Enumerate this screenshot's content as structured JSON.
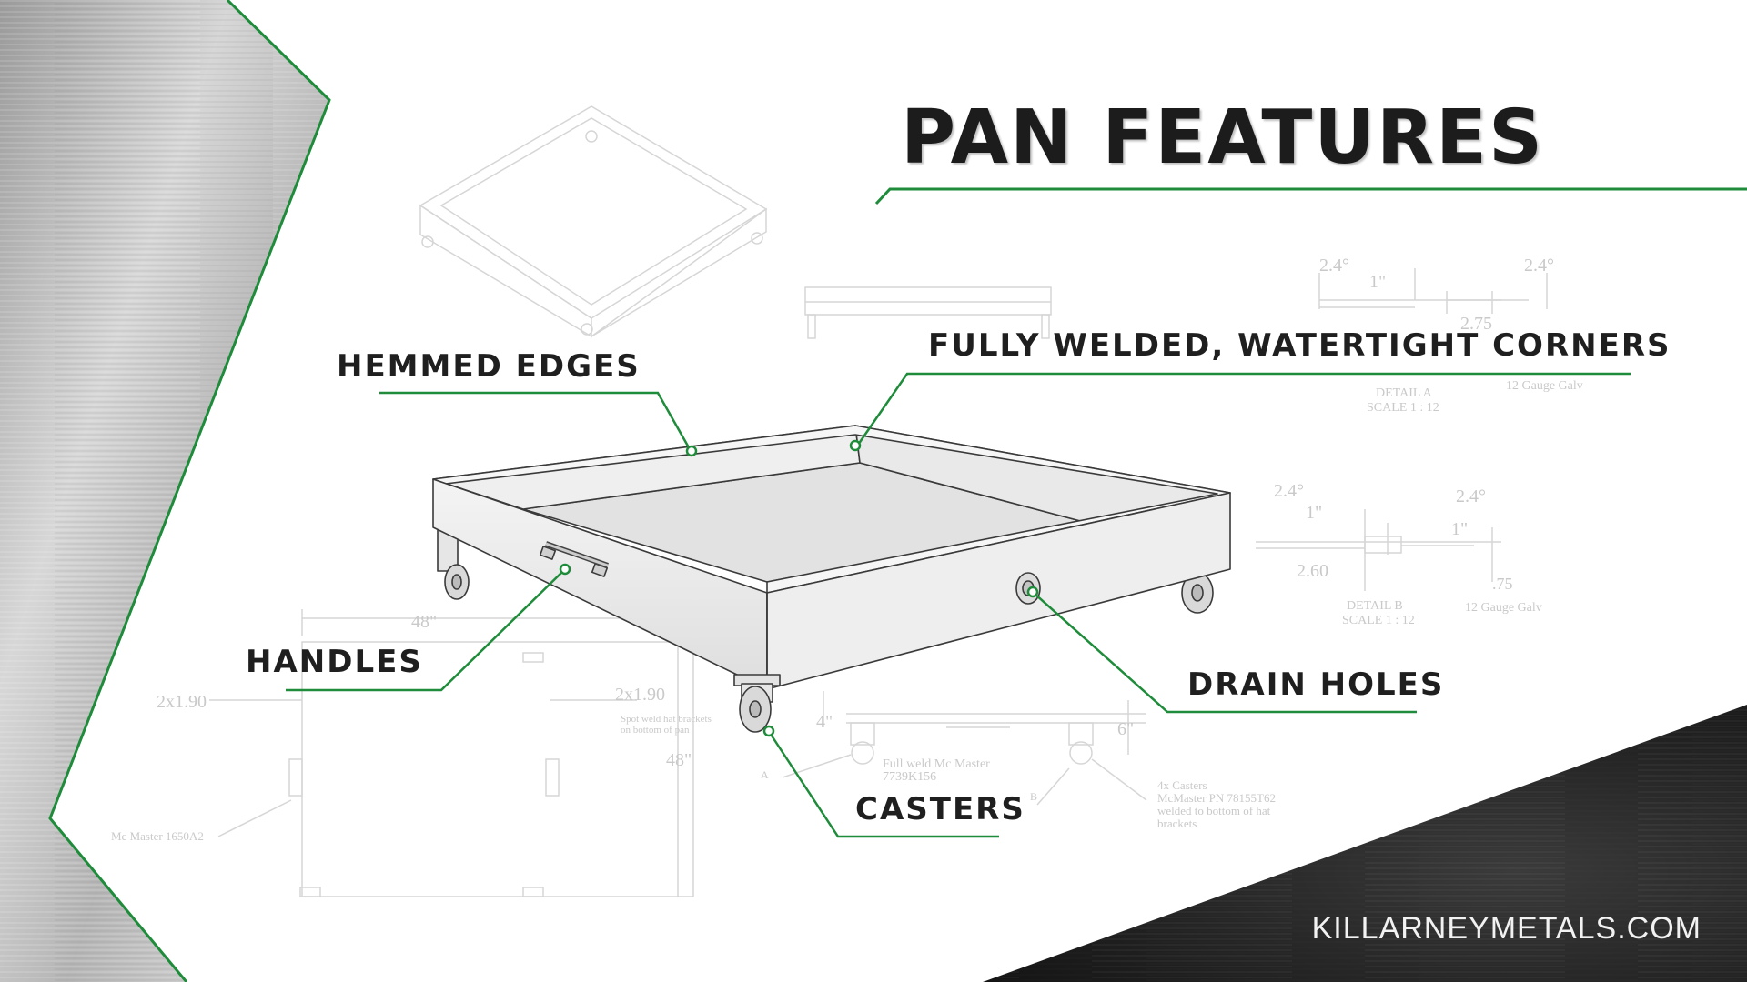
{
  "title": "PAN FEATURES",
  "callouts": {
    "hemmed_edges": "HEMMED EDGES",
    "corners": "FULLY WELDED, WATERTIGHT CORNERS",
    "handles": "HANDLES",
    "drain_holes": "DRAIN HOLES",
    "casters": "CASTERS"
  },
  "website": "KILLARNEYMETALS.COM",
  "colors": {
    "accent_green": "#1e8c3a",
    "text_dark": "#1f1f1f",
    "metal_light": "#cfcfcf",
    "metal_dark": "#2b2b2b"
  },
  "drawing_annotations": {
    "angle_a_left": "2.4°",
    "gap_a": "1\"",
    "angle_a_right": "2.4°",
    "dim_a": "2.75",
    "detail_a": "DETAIL A",
    "scale_a": "SCALE 1 : 12",
    "gauge_a": "12 Gauge Galv",
    "angle_b_left": "2.4°",
    "gap_b": "1\"",
    "angle_b_right": "2.4°",
    "gap_b2": "1\"",
    "dim_b": "2.60",
    "dim_b2": ".75",
    "detail_b": "DETAIL B",
    "scale_b": "SCALE 1 : 12",
    "gauge_b": "12 Gauge Galv",
    "width_48": "48\"",
    "height_48": "48\"",
    "bracket_left": "2x1.90",
    "bracket_right": "2x1.90",
    "spot_weld_1": "Spot weld hat brackets",
    "spot_weld_2": "on bottom of pan",
    "mc_master_handle": "Mc Master 1650A2",
    "height_4": "4\"",
    "height_6": "6\"",
    "full_weld_1": "Full weld Mc Master",
    "full_weld_2": "7739K156",
    "casters_note_1": "4x Casters",
    "casters_note_2": "McMaster PN 78155T62",
    "casters_note_3": "welded to bottom of hat",
    "casters_note_4": "brackets",
    "label_a": "A",
    "label_b": "B"
  }
}
